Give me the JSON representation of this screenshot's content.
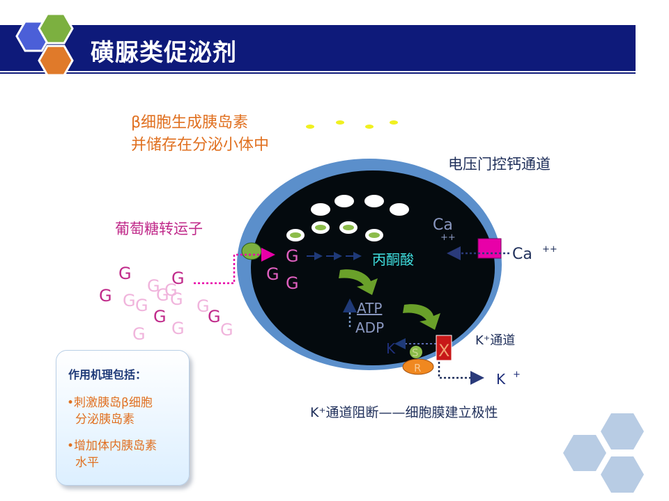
{
  "title": "磺脲类促泌剂",
  "beta_cell_line1": "β细胞生成胰岛素",
  "beta_cell_line2": "并储存在分泌小体中",
  "calcium_channel_label": "电压门控钙通道",
  "glucose_transporter_label": "葡萄糖转运子",
  "glucose_letter": "G",
  "ca_inside": "Ca",
  "ca_inside_charge": "++",
  "ca_outside": "Ca",
  "ca_outside_charge": "++",
  "pyruvate": "丙酮酸",
  "atp": "ATP",
  "adp": "ADP",
  "k_channel_label": "K⁺通道",
  "k_inside": "K",
  "k_outside": "K",
  "k_outside_charge": "+",
  "s_label": "S",
  "r_label": "R",
  "x_label": "X",
  "k_block_caption": "K⁺通道阻断——细胞膜建立极性",
  "note": {
    "title": "作用机理包括：",
    "item1_line1": "•刺激胰岛β细胞",
    "item1_line2": "分泌胰岛素",
    "item2_line1": "•增加体内胰岛素",
    "item2_line2": "水平"
  },
  "colors": {
    "title_bar": "#0e1a7a",
    "cell_membrane": "#5b8fcb",
    "cell_interior": "#040a0e",
    "glucose": "#c02a8a",
    "glucose_faded": "#f0b4dc",
    "orange_text": "#e07020",
    "green_arrow": "#6aa02a",
    "pyruvate": "#40e0e0",
    "channel_magenta": "#e800a8",
    "k_channel_red": "#c81818"
  }
}
